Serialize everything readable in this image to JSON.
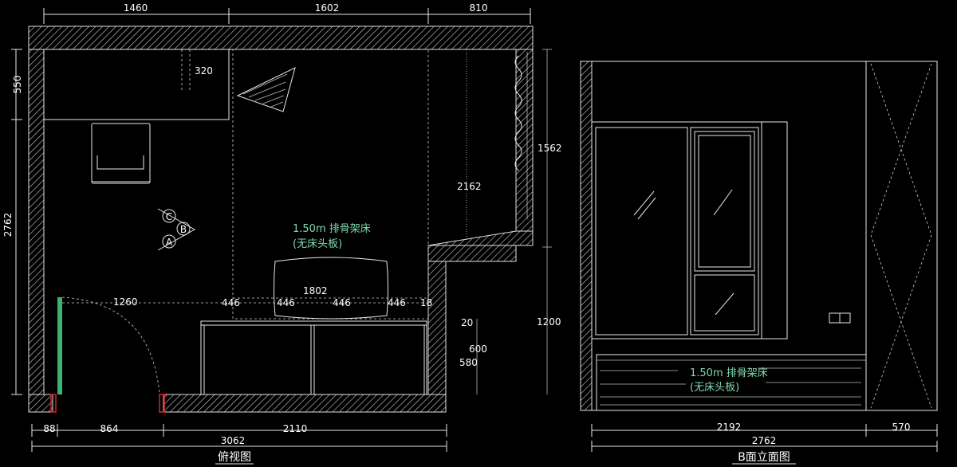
{
  "plan": {
    "top_dims": [
      "1460",
      "1602",
      "810"
    ],
    "left_dims": [
      "550",
      "2762"
    ],
    "inner_dims": {
      "cabinet_depth": "320",
      "right_height": "1562",
      "center_height": "2162",
      "door_width": "1260",
      "bed_width": "1802",
      "wardrobe_cells": [
        "446",
        "446",
        "446",
        "446",
        "18"
      ],
      "step_depth": "20",
      "low_600": "600",
      "low_580": "580",
      "right_low": "1200"
    },
    "bottom_dims": [
      "88",
      "864",
      "2110"
    ],
    "bottom_total": "3062",
    "bed_label": "1.50m 排骨架床",
    "bed_sublabel": "(无床头板)",
    "markers": [
      "C",
      "B",
      "A"
    ],
    "caption": "俯视图"
  },
  "elevation": {
    "bed_label": "1.50m 排骨架床",
    "bed_sublabel": "(无床头板)",
    "bottom_dims": [
      "2192",
      "570"
    ],
    "bottom_total": "2762",
    "caption": "B面立面图"
  },
  "colors": {
    "background": "#000000",
    "line": "#e8e8e8",
    "accent_green": "#7fd8b0",
    "door_green": "#3cb371",
    "marker_red": "#e02020"
  }
}
